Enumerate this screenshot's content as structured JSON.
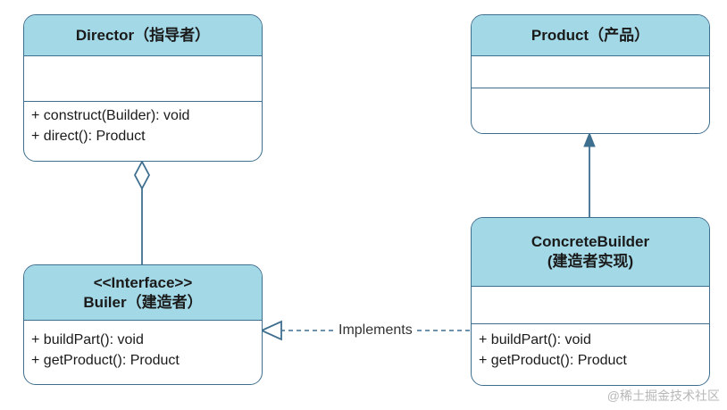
{
  "classes": {
    "director": {
      "name": "Director（指导者）",
      "operations": [
        "+ construct(Builder): void",
        "+ direct(): Product"
      ]
    },
    "product": {
      "name": "Product（产品）"
    },
    "builder": {
      "stereotype": "<<Interface>>",
      "name": "Builer（建造者）",
      "operations": [
        "+ buildPart(): void",
        "+ getProduct(): Product"
      ]
    },
    "concrete_builder": {
      "name_line1": "ConcreteBuilder",
      "name_line2": "(建造者实现)",
      "operations": [
        "+ buildPart(): void",
        "+ getProduct(): Product"
      ]
    }
  },
  "relations": {
    "implements_label": "Implements"
  },
  "watermark": "@稀土掘金技术社区",
  "colors": {
    "header_fill": "#a3d8e6",
    "border": "#3f6f8f"
  }
}
